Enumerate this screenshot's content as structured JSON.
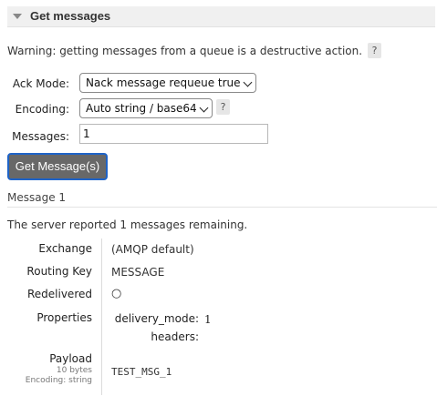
{
  "section": {
    "title": "Get messages",
    "toggle_icon": "triangle-down-icon"
  },
  "warning": {
    "text": "Warning: getting messages from a queue is a destructive action.",
    "help": "?"
  },
  "form": {
    "ack_mode_label": "Ack Mode:",
    "ack_mode_value": "Nack message requeue true",
    "encoding_label": "Encoding:",
    "encoding_value": "Auto string / base64",
    "encoding_help": "?",
    "messages_label": "Messages:",
    "messages_value": "1"
  },
  "get_button_label": "Get Message(s)",
  "result": {
    "message_title": "Message 1",
    "remaining_text": "The server reported 1 messages remaining.",
    "exchange_label": "Exchange",
    "exchange_value": "(AMQP default)",
    "routing_key_label": "Routing Key",
    "routing_key_value": "MESSAGE",
    "redelivered_label": "Redelivered",
    "redelivered_value": "○",
    "properties_label": "Properties",
    "properties": {
      "delivery_mode_key": "delivery_mode:",
      "delivery_mode_value": "1",
      "headers_key": "headers:"
    },
    "payload_label": "Payload",
    "payload_size": "10 bytes",
    "payload_encoding": "Encoding: string",
    "payload_value": "TEST_MSG_1"
  }
}
